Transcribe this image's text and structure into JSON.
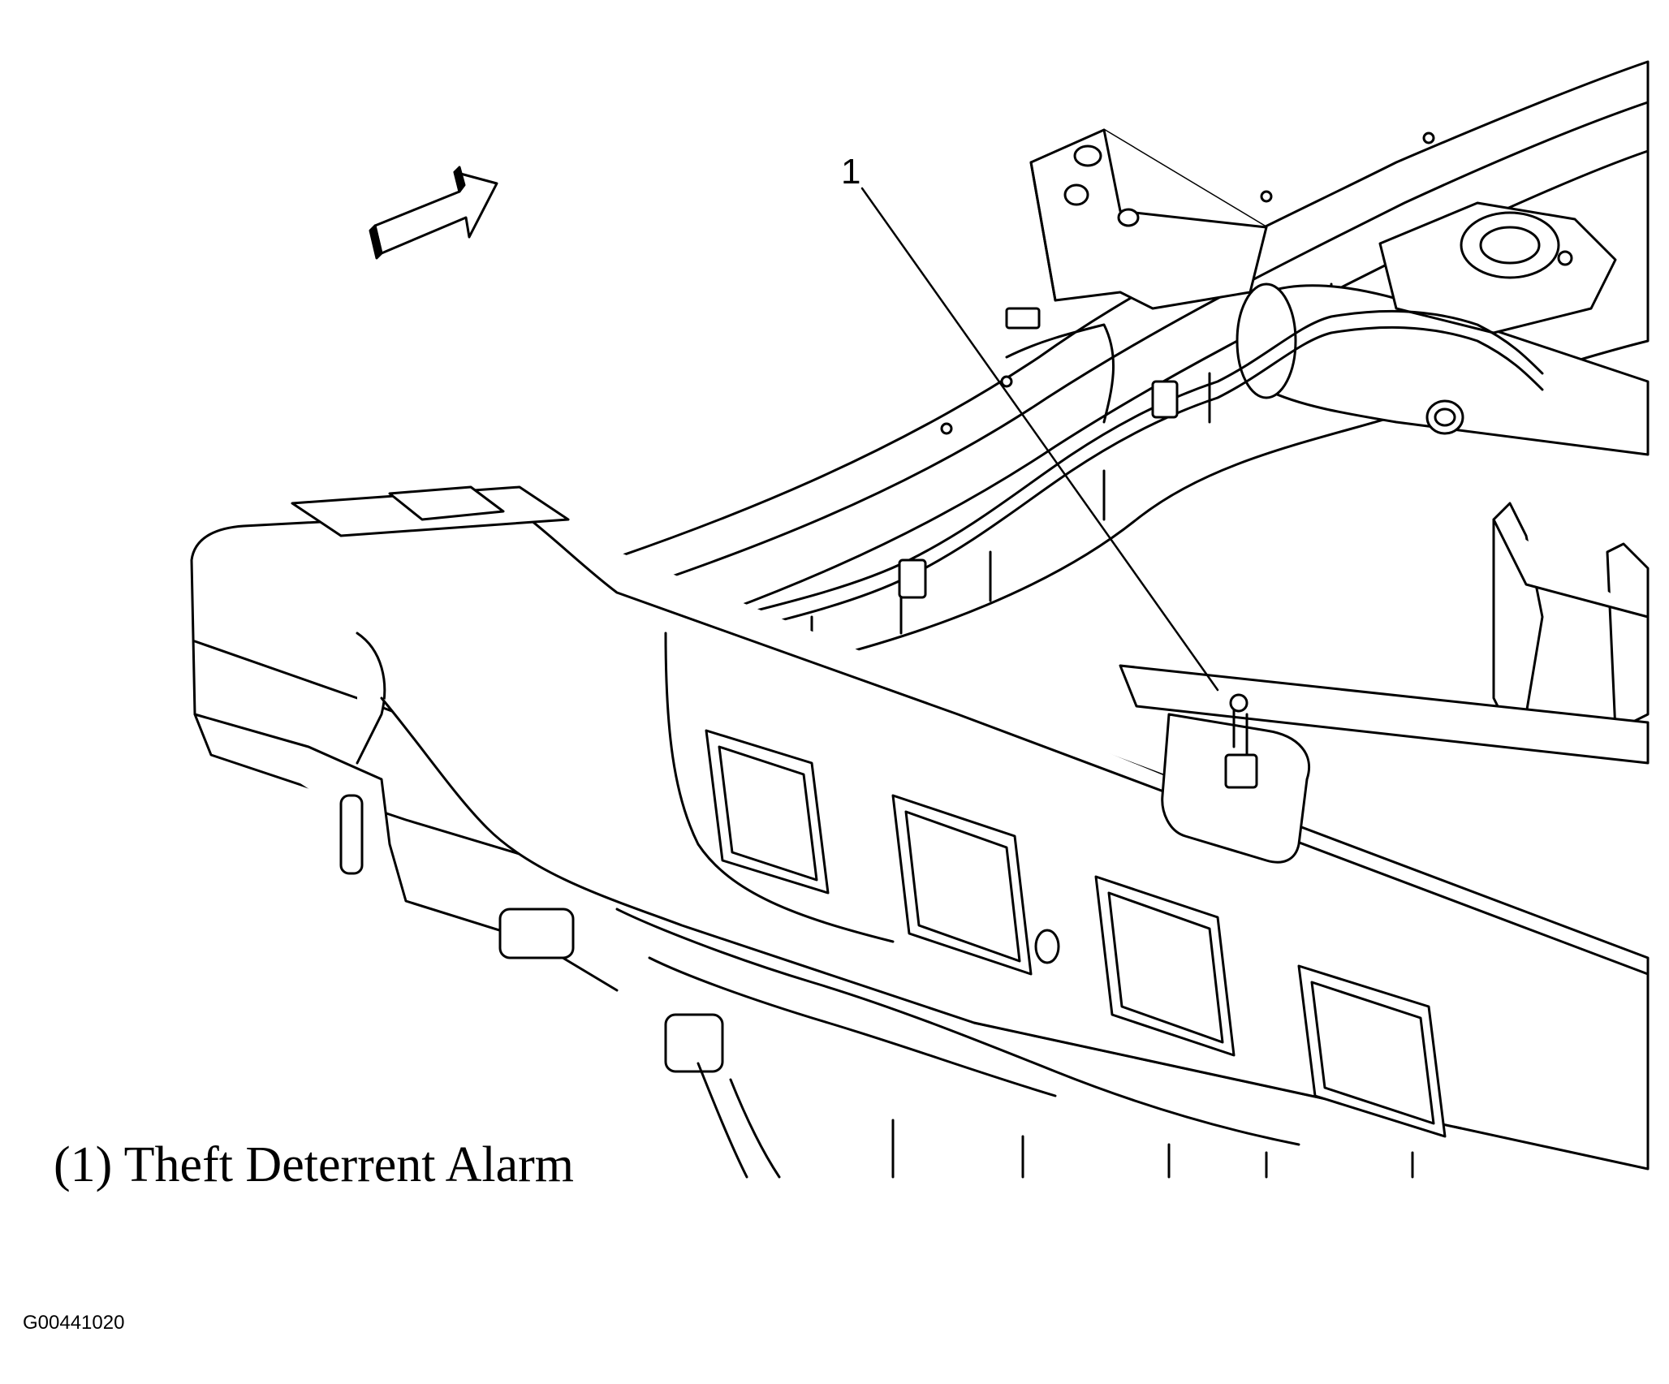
{
  "diagram": {
    "callout_number": "1",
    "legend": "(1) Theft Deterrent Alarm",
    "figure_id": "G00441020",
    "line_color": "#000000",
    "background_color": "#ffffff",
    "icons": {
      "direction_arrow": "front-direction-arrow-icon"
    }
  }
}
